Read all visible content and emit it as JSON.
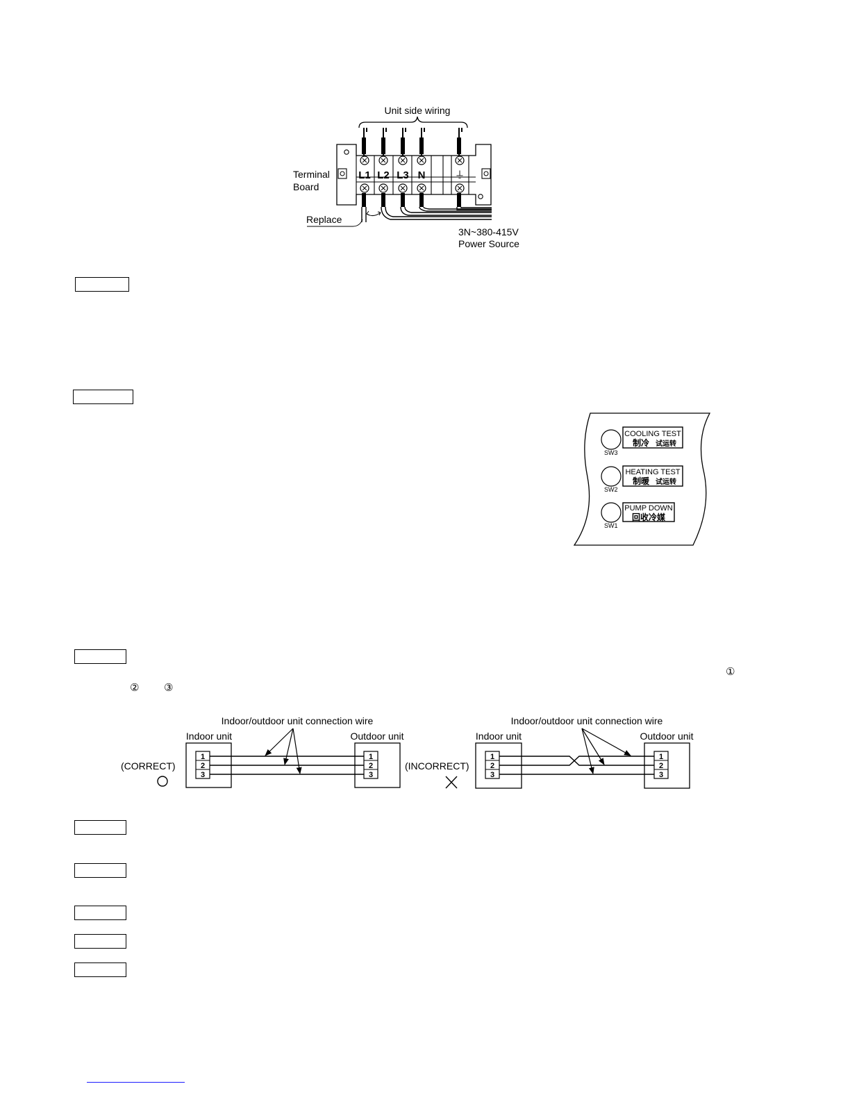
{
  "terminal_diagram": {
    "top_label": "Unit side wiring",
    "board_label_line1": "Terminal",
    "board_label_line2": "Board",
    "terminals": [
      "L1",
      "L2",
      "L3",
      "N"
    ],
    "earth_symbol": "⏚",
    "replace_label": "Replace",
    "power_line1": "3N~380-415V",
    "power_line2": "Power Source"
  },
  "switch_panel": {
    "switches": [
      {
        "id": "SW3",
        "label_en": "COOLING TEST",
        "label_cn_big": "制冷",
        "label_cn_small": "试运转"
      },
      {
        "id": "SW2",
        "label_en": "HEATING TEST",
        "label_cn_big": "制暖",
        "label_cn_small": "试运转"
      },
      {
        "id": "SW1",
        "label_en": "PUMP DOWN",
        "label_cn_big": "回收冷媒",
        "label_cn_small": ""
      }
    ]
  },
  "circled_numbers": [
    "①",
    "②",
    "③"
  ],
  "connection_diagram": {
    "wire_label": "Indoor/outdoor unit connection wire",
    "indoor": "Indoor unit",
    "outdoor": "Outdoor unit",
    "correct_label": "(CORRECT)",
    "incorrect_label": "(INCORRECT)",
    "correct_mark": "○",
    "incorrect_mark": "✕",
    "pins": [
      "1",
      "2",
      "3"
    ]
  }
}
